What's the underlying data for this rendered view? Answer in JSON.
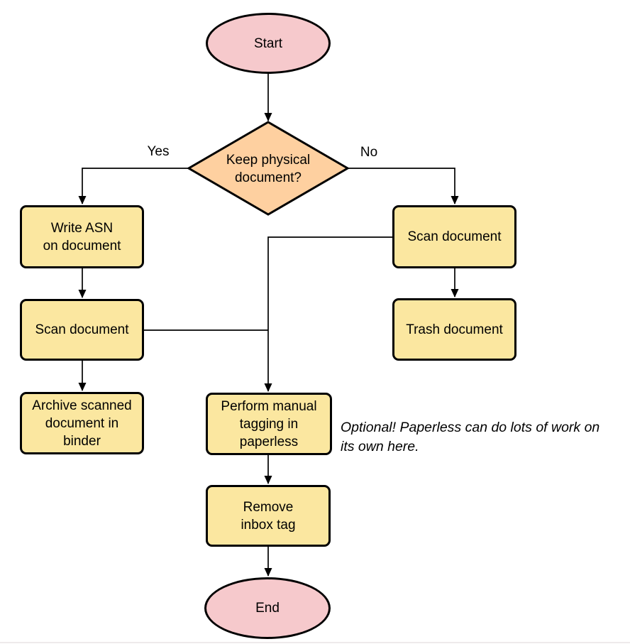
{
  "diagram": {
    "type": "flowchart",
    "background": "#ffffff",
    "colors": {
      "terminal_fill": "#f6c9cc",
      "decision_fill": "#fed0a0",
      "process_fill": "#fbe7a0",
      "stroke": "#000000",
      "text": "#000000"
    },
    "nodes": [
      {
        "id": "start",
        "type": "terminal",
        "label": "Start"
      },
      {
        "id": "keep-physical-decision",
        "type": "decision",
        "label": "Keep physical\ndocument?"
      },
      {
        "id": "write-asn",
        "type": "process",
        "label": "Write ASN\non document"
      },
      {
        "id": "scan-document-left",
        "type": "process",
        "label": "Scan document"
      },
      {
        "id": "archive-binder",
        "type": "process",
        "label": "Archive scanned\ndocument in\nbinder"
      },
      {
        "id": "scan-document-right",
        "type": "process",
        "label": "Scan document"
      },
      {
        "id": "trash-document",
        "type": "process",
        "label": "Trash document"
      },
      {
        "id": "manual-tagging",
        "type": "process",
        "label": "Perform manual\ntagging in\npaperless"
      },
      {
        "id": "remove-inbox-tag",
        "type": "process",
        "label": "Remove\ninbox tag"
      },
      {
        "id": "end",
        "type": "terminal",
        "label": "End"
      }
    ],
    "edges": [
      {
        "from": "start",
        "to": "keep-physical-decision",
        "label": ""
      },
      {
        "from": "keep-physical-decision",
        "to": "write-asn",
        "label": "Yes"
      },
      {
        "from": "keep-physical-decision",
        "to": "scan-document-right",
        "label": "No"
      },
      {
        "from": "write-asn",
        "to": "scan-document-left",
        "label": ""
      },
      {
        "from": "scan-document-left",
        "to": "manual-tagging",
        "label": ""
      },
      {
        "from": "scan-document-right",
        "to": "manual-tagging",
        "label": ""
      },
      {
        "from": "scan-document-left",
        "to": "archive-binder",
        "label": ""
      },
      {
        "from": "scan-document-right",
        "to": "trash-document",
        "label": ""
      },
      {
        "from": "manual-tagging",
        "to": "remove-inbox-tag",
        "label": ""
      },
      {
        "from": "remove-inbox-tag",
        "to": "end",
        "label": ""
      }
    ],
    "annotation": "Optional! Paperless can do lots of work on\nits own here."
  }
}
